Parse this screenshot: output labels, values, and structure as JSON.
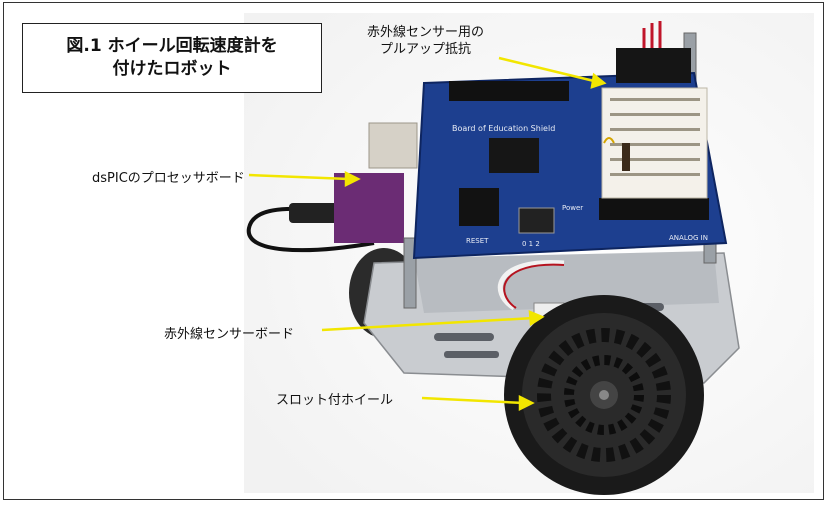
{
  "figure": {
    "title_line1": "図.1 ホイール回転速度計を",
    "title_line2": "付けたロボット"
  },
  "callouts": {
    "pullup_line1": "赤外線センサー用の",
    "pullup_line2": "プルアップ抵抗",
    "dspic": "dsPICのプロセッサボード",
    "ir_board": "赤外線センサーボード",
    "wheel": "スロット付ホイール"
  },
  "board": {
    "shield_name": "Board of Education Shield",
    "reset_label": "RESET",
    "analog_label": "ANALOG IN",
    "power_label": "Power",
    "position_label": "0 1 2"
  },
  "colors": {
    "arrow": "#f2e600",
    "pcb": "#1d3f8f",
    "breadboard": "#f4f1ea",
    "chassis": "#c9ccd0",
    "wheel": "#1a1a1a",
    "processor": "#6b2c74"
  }
}
